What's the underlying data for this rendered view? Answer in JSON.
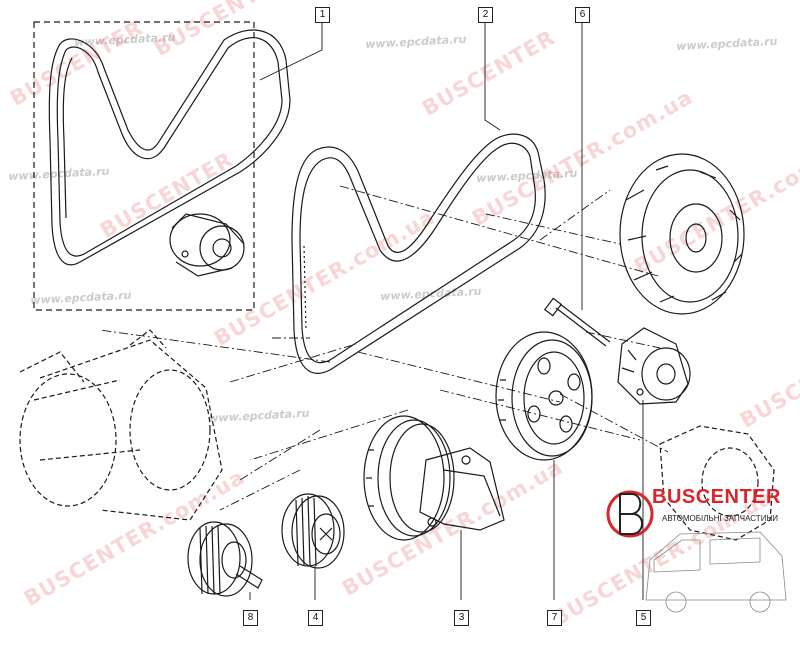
{
  "diagram": {
    "callouts": [
      {
        "id": "c1",
        "text": "1"
      },
      {
        "id": "c2",
        "text": "2"
      },
      {
        "id": "c6",
        "text": "6"
      },
      {
        "id": "c3",
        "text": "3"
      },
      {
        "id": "c4",
        "text": "4"
      },
      {
        "id": "c5",
        "text": "5"
      },
      {
        "id": "c7",
        "text": "7"
      },
      {
        "id": "c8",
        "text": "8"
      }
    ]
  },
  "watermarks": {
    "brand": "BUSCENTER",
    "brand_domain": "BUSCENTER.com.ua",
    "site": "www.epcdata.ru"
  },
  "logo": {
    "brand": "BUSCENTER",
    "tagline": "АВТОМОБІЛЬНІ ЗАПЧАСТИНИ",
    "brand_color": "#d9262b"
  }
}
